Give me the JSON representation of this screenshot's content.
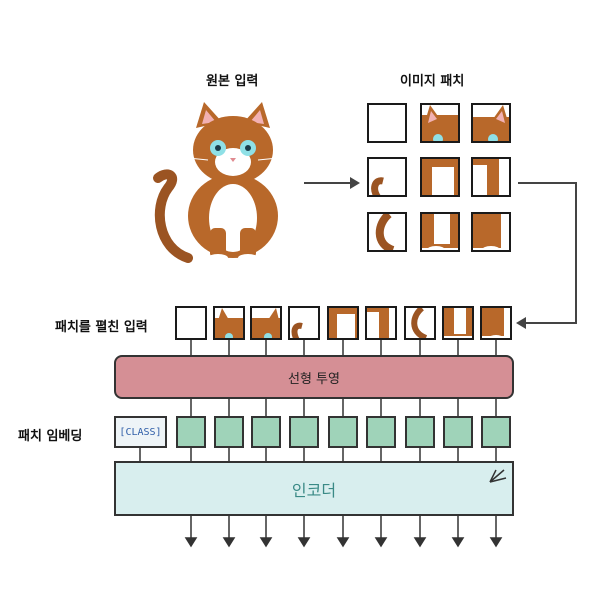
{
  "labels": {
    "original_input": "원본 입력",
    "image_patches": "이미지 패치",
    "flattened_patches": "패치를 펼친 입력",
    "patch_embedding": "패치 임베딩"
  },
  "blocks": {
    "linear_projection": "선형 투영",
    "class_token": "[CLASS]",
    "encoder": "인코더"
  },
  "colors": {
    "projection": "#d58f95",
    "embedding": "#9fd3b9",
    "encoder": "#d8eeee",
    "class_text": "#2f5ea8",
    "cat_fur": "#b8682a",
    "cat_chest": "#ffffff"
  },
  "icons": [
    "cat-pixel-art",
    "arrow-right-icon",
    "elbow-arrow-icon",
    "attention-icon",
    "down-arrow-icon"
  ]
}
